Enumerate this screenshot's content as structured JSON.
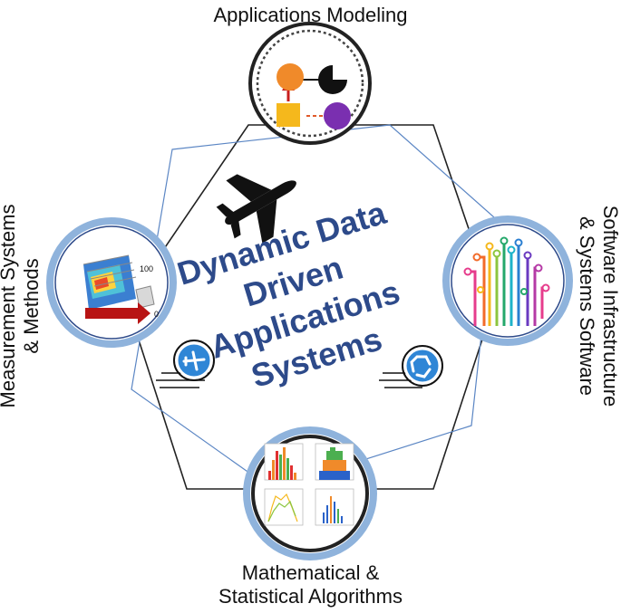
{
  "labels": {
    "top": "Applications Modeling",
    "left_line1": "Measurement Systems",
    "left_line2": "& Methods",
    "right_line1": "Software Infrastructure",
    "right_line2": "& Systems Software",
    "bottom_line1": "Mathematical &",
    "bottom_line2": "Statistical Algorithms"
  },
  "center_title": {
    "line1": "Dynamic Data",
    "line2": "Driven",
    "line3": "Applications",
    "line4": "Systems"
  },
  "inset_chart": {
    "tick_top": "100",
    "tick_bottom": "0"
  },
  "colors": {
    "title_blue": "#2d4a8a",
    "ring_blue": "#8fb3dc",
    "hexagon": "#222222",
    "accent_orange": "#f08a2a",
    "accent_purple": "#7a2fb0",
    "accent_yellow": "#f5b81c",
    "accent_red": "#c81e1e"
  },
  "icons": [
    "airplane-icon",
    "flow-diagram-icon",
    "sensor-heatmap-icon",
    "circuit-tree-icon",
    "histogram-grid-icon",
    "airplane-badge-icon",
    "recycle-badge-icon"
  ]
}
